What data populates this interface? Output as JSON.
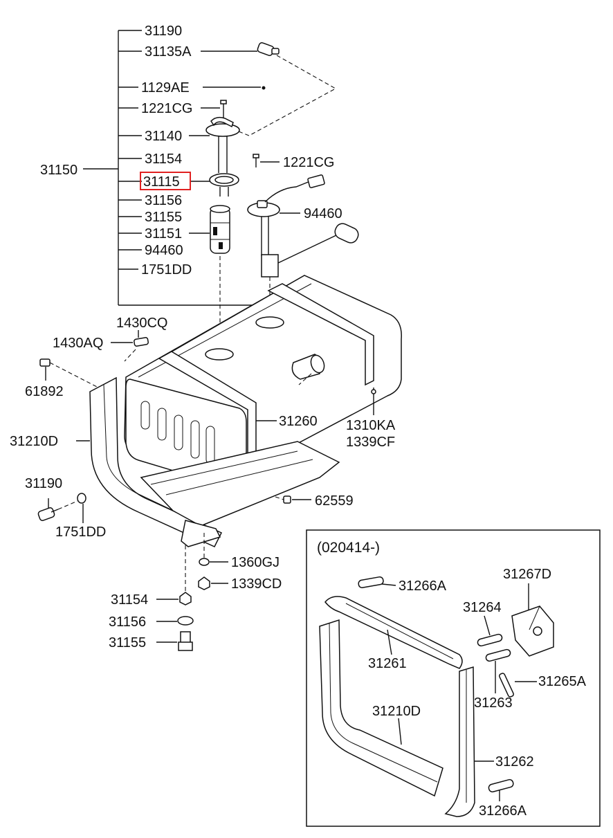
{
  "labels": {
    "l31190_top": "31190",
    "l31135a": "31135A",
    "l1129ae": "1129AE",
    "l1221cg_a": "1221CG",
    "l31140": "31140",
    "l31154_top": "31154",
    "l31150": "31150",
    "l31115": "31115",
    "l31156_top": "31156",
    "l31155_top": "31155",
    "l31151": "31151",
    "l94460_a": "94460",
    "l1751dd_top": "1751DD",
    "l1221cg_b": "1221CG",
    "l94460_b": "94460",
    "l1430cq": "1430CQ",
    "l1430aq": "1430AQ",
    "l61892": "61892",
    "l31260": "31260",
    "l1310ka": "1310KA",
    "l1339cf": "1339CF",
    "l31210d": "31210D",
    "l31190_low": "31190",
    "l1751dd_low": "1751DD",
    "l62559": "62559",
    "l1360gj": "1360GJ",
    "l1339cd": "1339CD",
    "l31154_low": "31154",
    "l31156_low": "31156",
    "l31155_low": "31155"
  },
  "inset": {
    "title": "(020414-)",
    "l31266a_a": "31266A",
    "l31267d": "31267D",
    "l31264": "31264",
    "l31261": "31261",
    "l31263": "31263",
    "l31265a": "31265A",
    "l31210d": "31210D",
    "l31262": "31262",
    "l31266a_b": "31266A"
  },
  "highlight_color": "#e02020"
}
